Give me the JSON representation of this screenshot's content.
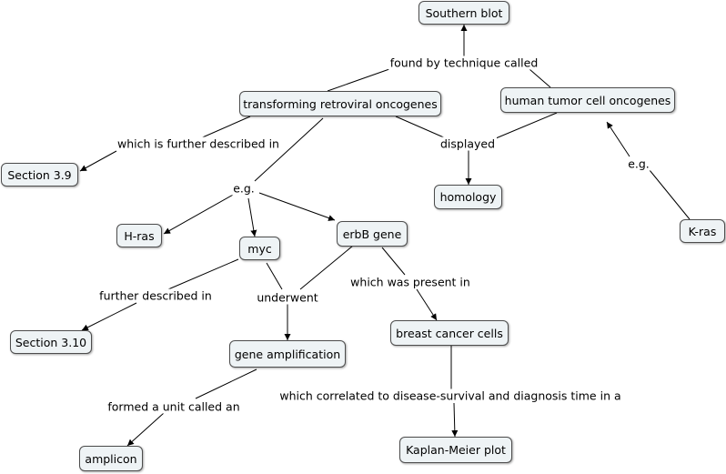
{
  "nodes": {
    "southern_blot": "Southern blot",
    "transforming_retroviral_oncogenes": "transforming retroviral oncogenes",
    "human_tumor_cell_oncogenes": "human tumor cell oncogenes",
    "section_3_9": "Section 3.9",
    "homology": "homology",
    "h_ras": "H-ras",
    "myc": "myc",
    "erbb_gene": "erbB gene",
    "k_ras": "K-ras",
    "section_3_10": "Section 3.10",
    "breast_cancer_cells": "breast cancer cells",
    "gene_amplification": "gene amplification",
    "amplicon": "amplicon",
    "kaplan_meier_plot": "Kaplan-Meier plot"
  },
  "links": {
    "found_by_technique_called": "found by technique called",
    "which_is_further_described_in": "which is further described in",
    "displayed": "displayed",
    "eg_ras": "e.g.",
    "eg_retro": "e.g.",
    "further_described_in": "further described in",
    "underwent": "underwent",
    "which_was_present_in": "which was present in",
    "formed_a_unit_called_an": "formed a unit called an",
    "which_correlated_to": "which correlated to disease-survival and diagnosis time in a"
  }
}
